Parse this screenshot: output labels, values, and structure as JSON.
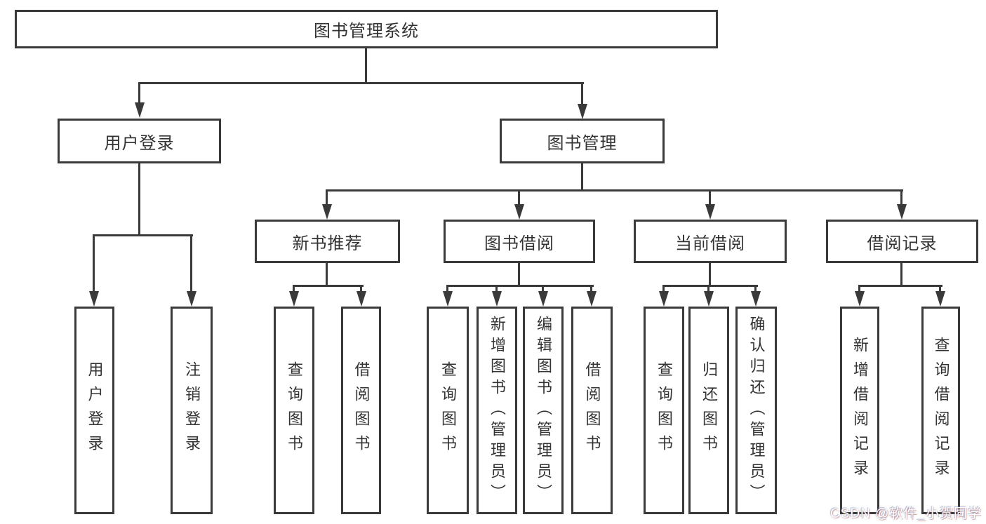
{
  "diagram": {
    "root": {
      "label": "图书管理系统"
    },
    "level2": [
      {
        "label": "用户登录"
      },
      {
        "label": "图书管理"
      }
    ],
    "level3": [
      {
        "label": "新书推荐"
      },
      {
        "label": "图书借阅"
      },
      {
        "label": "当前借阅"
      },
      {
        "label": "借阅记录"
      }
    ],
    "leaves": {
      "user_login": [
        "用户登录",
        "注销登录"
      ],
      "new_book": [
        "查询图书",
        "借阅图书"
      ],
      "borrow": [
        "查询图书",
        "新增图书（管理员）",
        "编辑图书（管理员）",
        "借阅图书"
      ],
      "current": [
        "查询图书",
        "归还图书",
        "确认归还（管理员）"
      ],
      "records": [
        "新增借阅记录",
        "查询借阅记录"
      ]
    }
  },
  "watermark": {
    "text": "CSDN @软件_小贺同学"
  },
  "colors": {
    "line": "#3a3a3a",
    "text": "#333333",
    "background": "#ffffff"
  }
}
